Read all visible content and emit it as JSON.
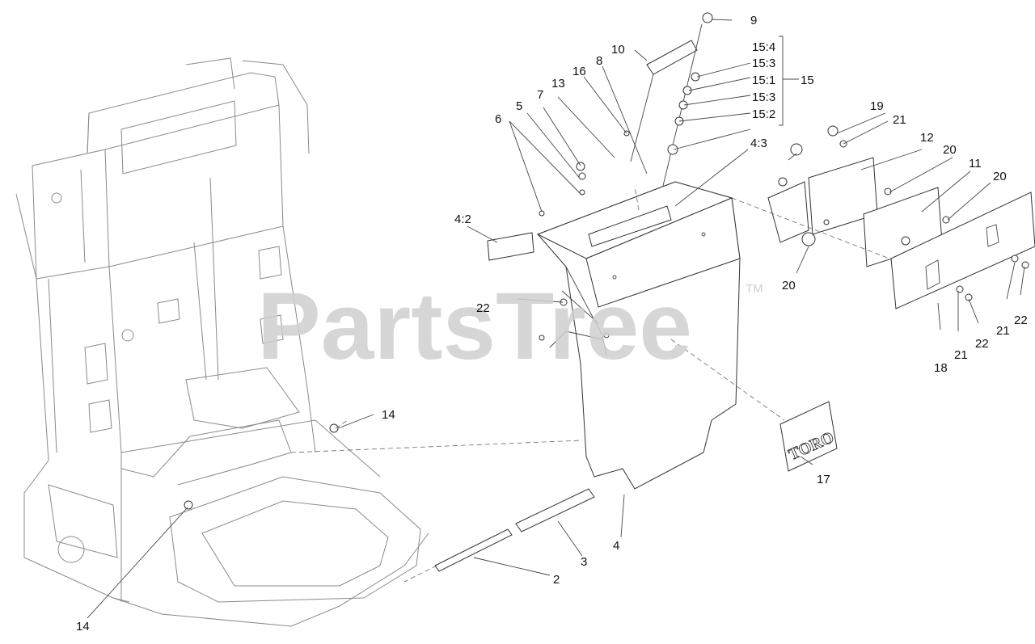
{
  "watermark": {
    "text": "PartsTree",
    "trademark": "TM"
  },
  "decal_logo": "TORO",
  "callouts": {
    "c2": "2",
    "c3": "3",
    "c4": "4",
    "c4_2": "4:2",
    "c4_3": "4:3",
    "c5": "5",
    "c6": "6",
    "c7": "7",
    "c8": "8",
    "c9": "9",
    "c10": "10",
    "c11": "11",
    "c12": "12",
    "c13": "13",
    "c14a": "14",
    "c14b": "14",
    "c15": "15",
    "c15_4": "15:4",
    "c15_3a": "15:3",
    "c15_1": "15:1",
    "c15_3b": "15:3",
    "c15_2": "15:2",
    "c16": "16",
    "c17": "17",
    "c18": "18",
    "c19": "19",
    "c20a": "20",
    "c20b": "20",
    "c20c": "20",
    "c21a": "21",
    "c21b": "21",
    "c21c": "21",
    "c22a": "22",
    "c22b": "22",
    "c22c": "22"
  }
}
